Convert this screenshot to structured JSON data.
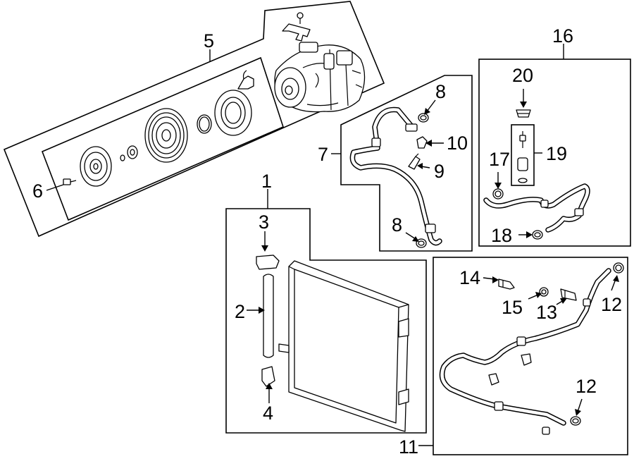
{
  "diagram": {
    "callouts": {
      "c1": "1",
      "c2": "2",
      "c3": "3",
      "c4": "4",
      "c5": "5",
      "c6": "6",
      "c7": "7",
      "c8a": "8",
      "c8b": "8",
      "c9": "9",
      "c10": "10",
      "c11": "11",
      "c12a": "12",
      "c12b": "12",
      "c13": "13",
      "c14": "14",
      "c15": "15",
      "c16": "16",
      "c17": "17",
      "c18": "18",
      "c19": "19",
      "c20": "20"
    }
  }
}
